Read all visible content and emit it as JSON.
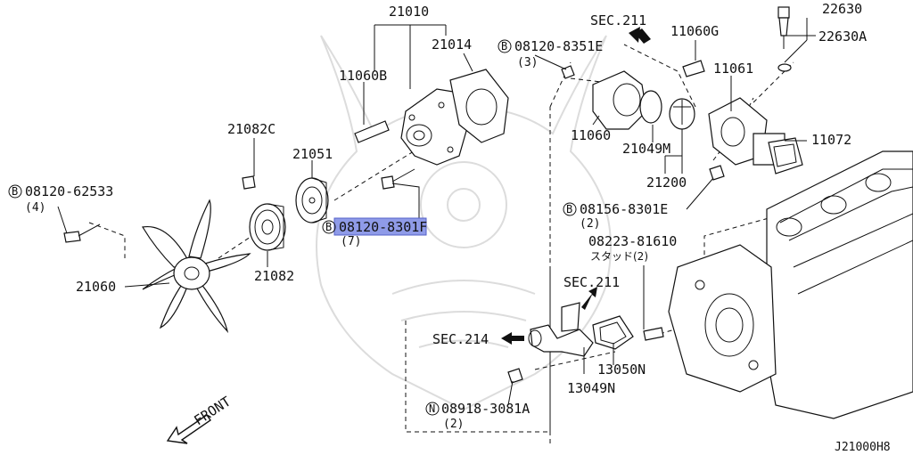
{
  "diagram": {
    "code": "J21000H8",
    "front_label": "FRONT",
    "labels": {
      "p21010": "21010",
      "p21014": "21014",
      "p11060B": "11060B",
      "p21082C": "21082C",
      "p21051": "21051",
      "p08120_62533": "08120-62533",
      "p08120_62533_qty": "(4)",
      "p08120_8301F": "08120-8301F",
      "p08120_8301F_qty": "(7)",
      "p21082": "21082",
      "p21060": "21060",
      "sec211_top": "SEC.211",
      "p11060G": "11060G",
      "p08120_8351E": "08120-8351E",
      "p08120_8351E_qty": "(3)",
      "p11061": "11061",
      "p22630": "22630",
      "p22630A": "22630A",
      "p11060": "11060",
      "p21049M": "21049M",
      "p21200": "21200",
      "p11072": "11072",
      "p08156_8301E": "08156-8301E",
      "p08156_8301E_qty": "(2)",
      "p08223_81610": "08223-81610",
      "stud_note": "スタッド(2)",
      "sec211_mid": "SEC.211",
      "sec214": "SEC.214",
      "p13050N": "13050N",
      "p13049N": "13049N",
      "p08918_3081A": "08918-3081A",
      "p08918_3081A_qty": "(2)",
      "badge_B": "B",
      "badge_N": "N"
    }
  },
  "colors": {
    "line": "#111111",
    "highlight": "#8f9be8",
    "watermark": "#dcdcdc"
  }
}
